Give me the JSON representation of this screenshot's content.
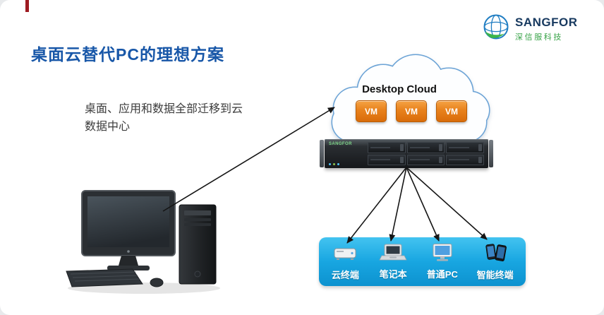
{
  "slide": {
    "title": "桌面云替代PC的理想方案",
    "description": "桌面、应用和数据全部迁移到云\n数据中心"
  },
  "logo": {
    "name": "SANGFOR",
    "subtitle": "深信服科技"
  },
  "cloud": {
    "label": "Desktop Cloud",
    "vms": [
      "VM",
      "VM",
      "VM"
    ]
  },
  "server": {
    "brand": "SANGFOR"
  },
  "devices": [
    {
      "label": "云终端",
      "icon": "thin-client-icon"
    },
    {
      "label": "笔记本",
      "icon": "laptop-icon"
    },
    {
      "label": "普通PC",
      "icon": "desktop-pc-icon"
    },
    {
      "label": "智能终端",
      "icon": "smartphones-icon"
    }
  ],
  "colors": {
    "title_blue": "#1857a8",
    "logo_navy": "#17395f",
    "logo_green": "#38a348",
    "vm_orange": "#e8811c",
    "device_bar_blue": "#18a6e1",
    "arrow_black": "#151515"
  }
}
